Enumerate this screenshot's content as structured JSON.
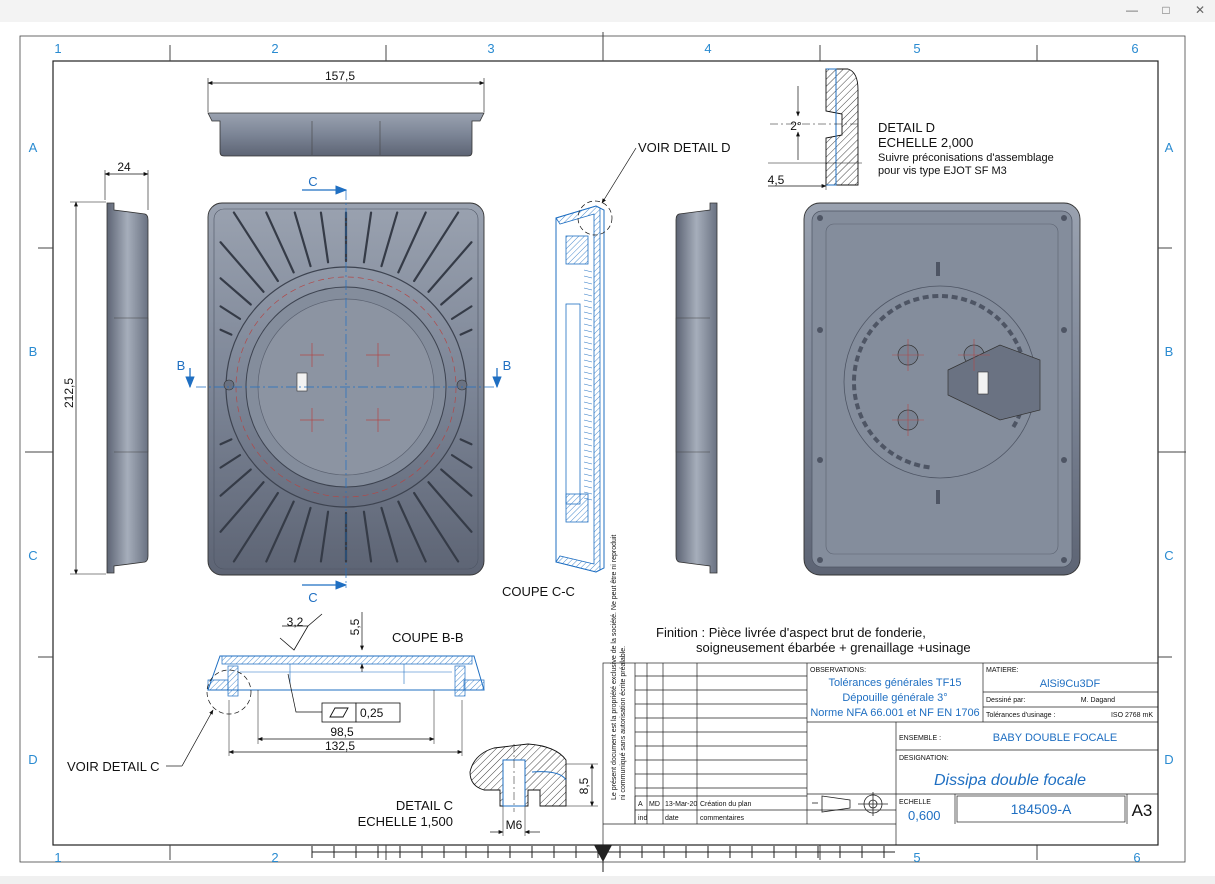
{
  "window": {
    "minimize_icon": "minimize-icon",
    "maximize_icon": "maximize-icon",
    "close_icon": "close-icon"
  },
  "zones": {
    "columns": [
      "1",
      "2",
      "3",
      "4",
      "5",
      "6"
    ],
    "rows": [
      "A",
      "B",
      "C",
      "D"
    ]
  },
  "dimensions": {
    "top_width": "157,5",
    "side_width": "24",
    "height": "212,5",
    "b_section_overall": "132,5",
    "b_section_inner": "98,5",
    "b_section_height": "5,5",
    "roughness": "3,2",
    "flatness_value": "0,25",
    "detail_d_angle": "2°",
    "detail_d_offset": "4,5",
    "detail_c_height": "8,5",
    "detail_c_thread": "M6"
  },
  "section_labels": {
    "c_top": "C",
    "c_bottom": "C",
    "b_left": "B",
    "b_right": "B",
    "coupe_cc": "COUPE C-C",
    "coupe_bb": "COUPE B-B",
    "voir_detail_d": "VOIR DETAIL D",
    "voir_detail_c": "VOIR DETAIL C"
  },
  "detail_d": {
    "title": "DETAIL D",
    "scale": "ECHELLE 2,000",
    "note_line1": "Suivre préconisations d'assemblage",
    "note_line2": "pour vis type EJOT SF M3"
  },
  "detail_c": {
    "title": "DETAIL C",
    "scale": "ECHELLE 1,500"
  },
  "finish": {
    "line1": "Finition : Pièce livrée d'aspect brut de fonderie,",
    "line2": "soigneusement ébarbée + grenaillage +usinage"
  },
  "title_block": {
    "observations_label": "OBSERVATIONS:",
    "observations_1": "Tolérances générales TF15",
    "observations_2": "Dépouille générale 3°",
    "observations_3": "Norme NFA 66.001 et NF EN 1706",
    "matiere_label": "MATIERE:",
    "matiere": "AlSi9Cu3DF",
    "dessine_label": "Dessiné par:",
    "dessine": "M. Dagand",
    "tolerances_label": "Tolérances d'usinage :",
    "tolerances": "ISO 2768 mK",
    "ensemble_label": "ENSEMBLE :",
    "ensemble": "BABY DOUBLE FOCALE",
    "designation_label": "DESIGNATION:",
    "designation": "Dissipa double focale",
    "echelle_label": "ECHELLE",
    "echelle": "0,600",
    "part_number": "184509-A",
    "format": "A3",
    "rev_index": "A",
    "rev_by": "MD",
    "rev_date": "13-Mar-20",
    "rev_comment": "Création du plan",
    "hdr_ind": "ind",
    "hdr_date": "date",
    "hdr_comment": "commentaires"
  },
  "colors": {
    "zone_blue": "#2a8bd1",
    "section_blue": "#1f6fc2",
    "part_fill": "#7f8898",
    "part_dark": "#4e5564"
  }
}
